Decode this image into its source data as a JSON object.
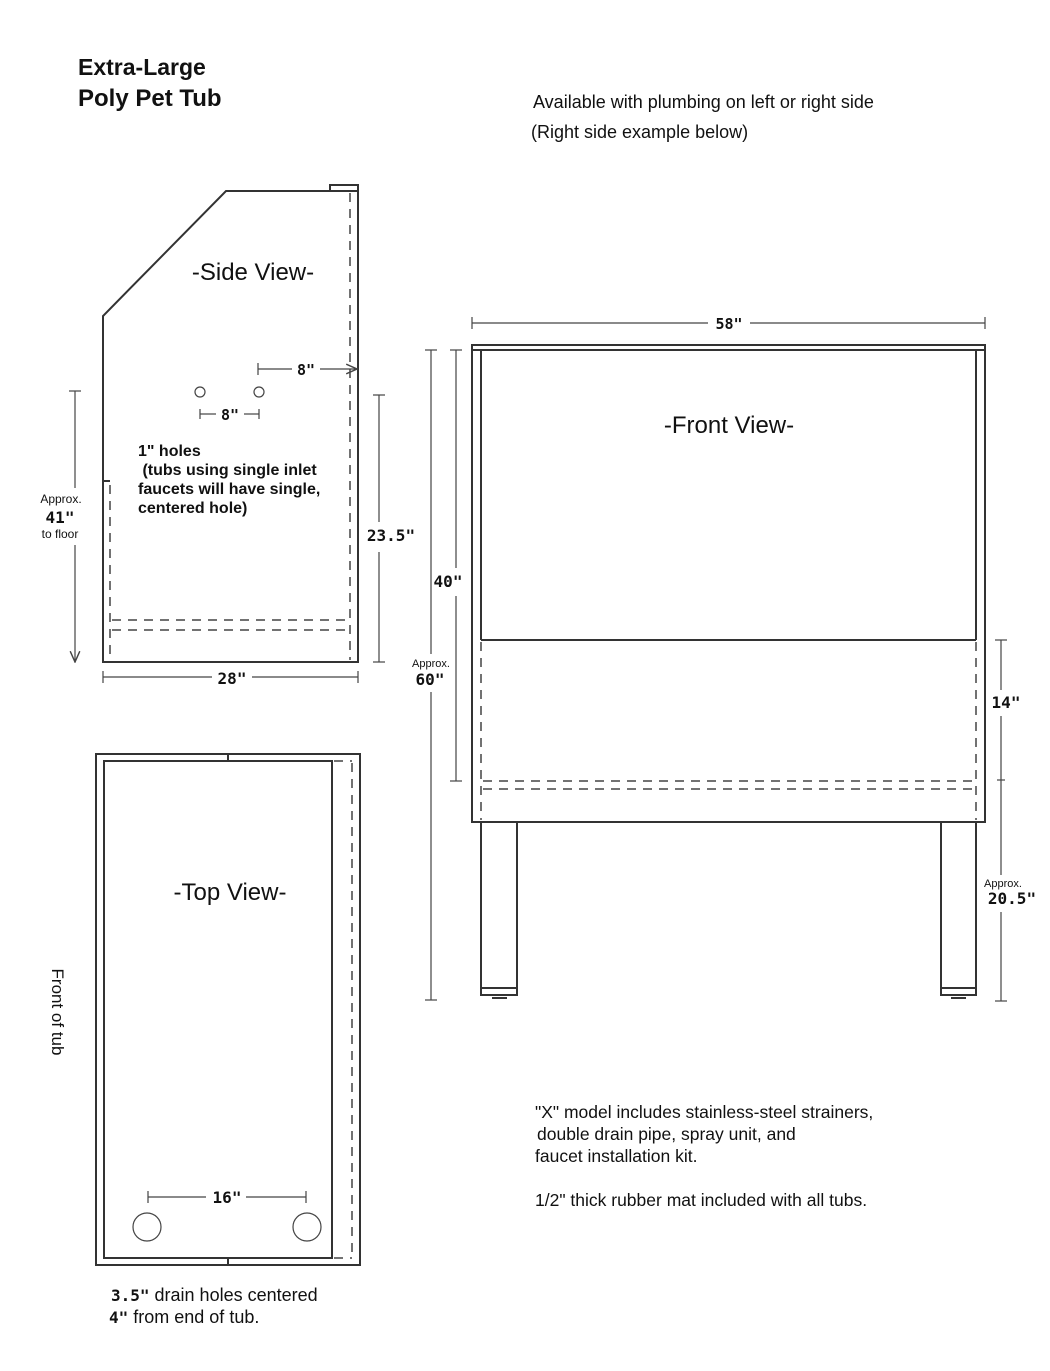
{
  "title": {
    "line1": "Extra-Large",
    "line2": "Poly Pet Tub"
  },
  "header_note": {
    "line1": "Available with plumbing on left or right side",
    "line2": "(Right side example below)"
  },
  "side_view": {
    "label": "-Side View-",
    "dim_inlet_offset": "8\"",
    "dim_hole_spacing": "8\"",
    "holes_note": [
      "1\" holes",
      " (tubs using single inlet",
      "faucets will have single,",
      "centered hole)"
    ],
    "dim_height_prefix": "Approx.",
    "dim_height": "41\"",
    "dim_height_suffix": "to floor",
    "dim_depth": "23.5\"",
    "dim_width": "28\""
  },
  "front_view": {
    "label": "-Front View-",
    "dim_width": "58\"",
    "dim_top": "40\"",
    "dim_total_prefix": "Approx.",
    "dim_total": "60\"",
    "dim_basin": "14\"",
    "dim_legs_prefix": "Approx.",
    "dim_legs": "20.5\""
  },
  "top_view": {
    "label": "-Top View-",
    "front_label": "Front of tub",
    "dim_drain_spacing": "16\"",
    "drain_note": {
      "line1_value": "3.5\"",
      "line1_text": " drain holes centered",
      "line2_value": "4\"",
      "line2_text": " from end of tub."
    }
  },
  "notes": {
    "x_model": [
      "\"X\" model includes stainless-steel strainers,",
      "double drain pipe, spray unit, and",
      "faucet installation kit."
    ],
    "mat": "1/2\" thick rubber mat included with all tubs."
  }
}
